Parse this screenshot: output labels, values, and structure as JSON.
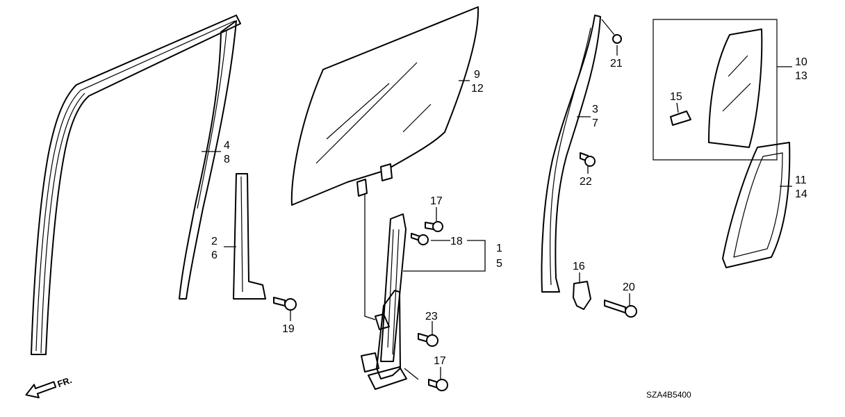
{
  "diagram": {
    "labels": [
      "1",
      "2",
      "3",
      "4",
      "5",
      "6",
      "7",
      "8",
      "9",
      "10",
      "11",
      "12",
      "13",
      "14",
      "15",
      "16",
      "17",
      "18",
      "19",
      "20",
      "21",
      "22",
      "23",
      "17"
    ],
    "diagram_code": "SZA4B5400",
    "direction_label": "FR."
  }
}
